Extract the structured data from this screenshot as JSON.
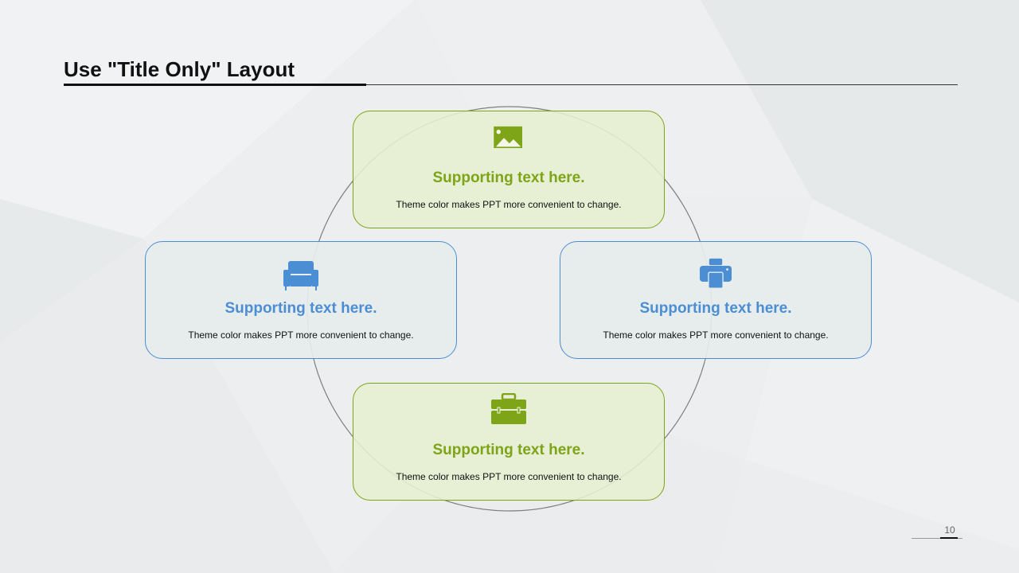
{
  "slide": {
    "title": "Use \"Title Only\" Layout",
    "page_number": "10"
  },
  "colors": {
    "green": "#7ea417",
    "blue": "#4b8ed4",
    "background": "#eceeef"
  },
  "cards": [
    {
      "position": "top",
      "theme": "green",
      "icon": "image-icon",
      "heading": "Supporting text here.",
      "description": "Theme color makes PPT more convenient to change."
    },
    {
      "position": "left",
      "theme": "blue",
      "icon": "sofa-icon",
      "heading": "Supporting text here.",
      "description": "Theme color makes PPT more convenient to change."
    },
    {
      "position": "right",
      "theme": "blue",
      "icon": "printer-icon",
      "heading": "Supporting text here.",
      "description": "Theme color makes PPT more convenient to change."
    },
    {
      "position": "bottom",
      "theme": "green",
      "icon": "briefcase-icon",
      "heading": "Supporting text here.",
      "description": "Theme color makes PPT more convenient to change."
    }
  ]
}
